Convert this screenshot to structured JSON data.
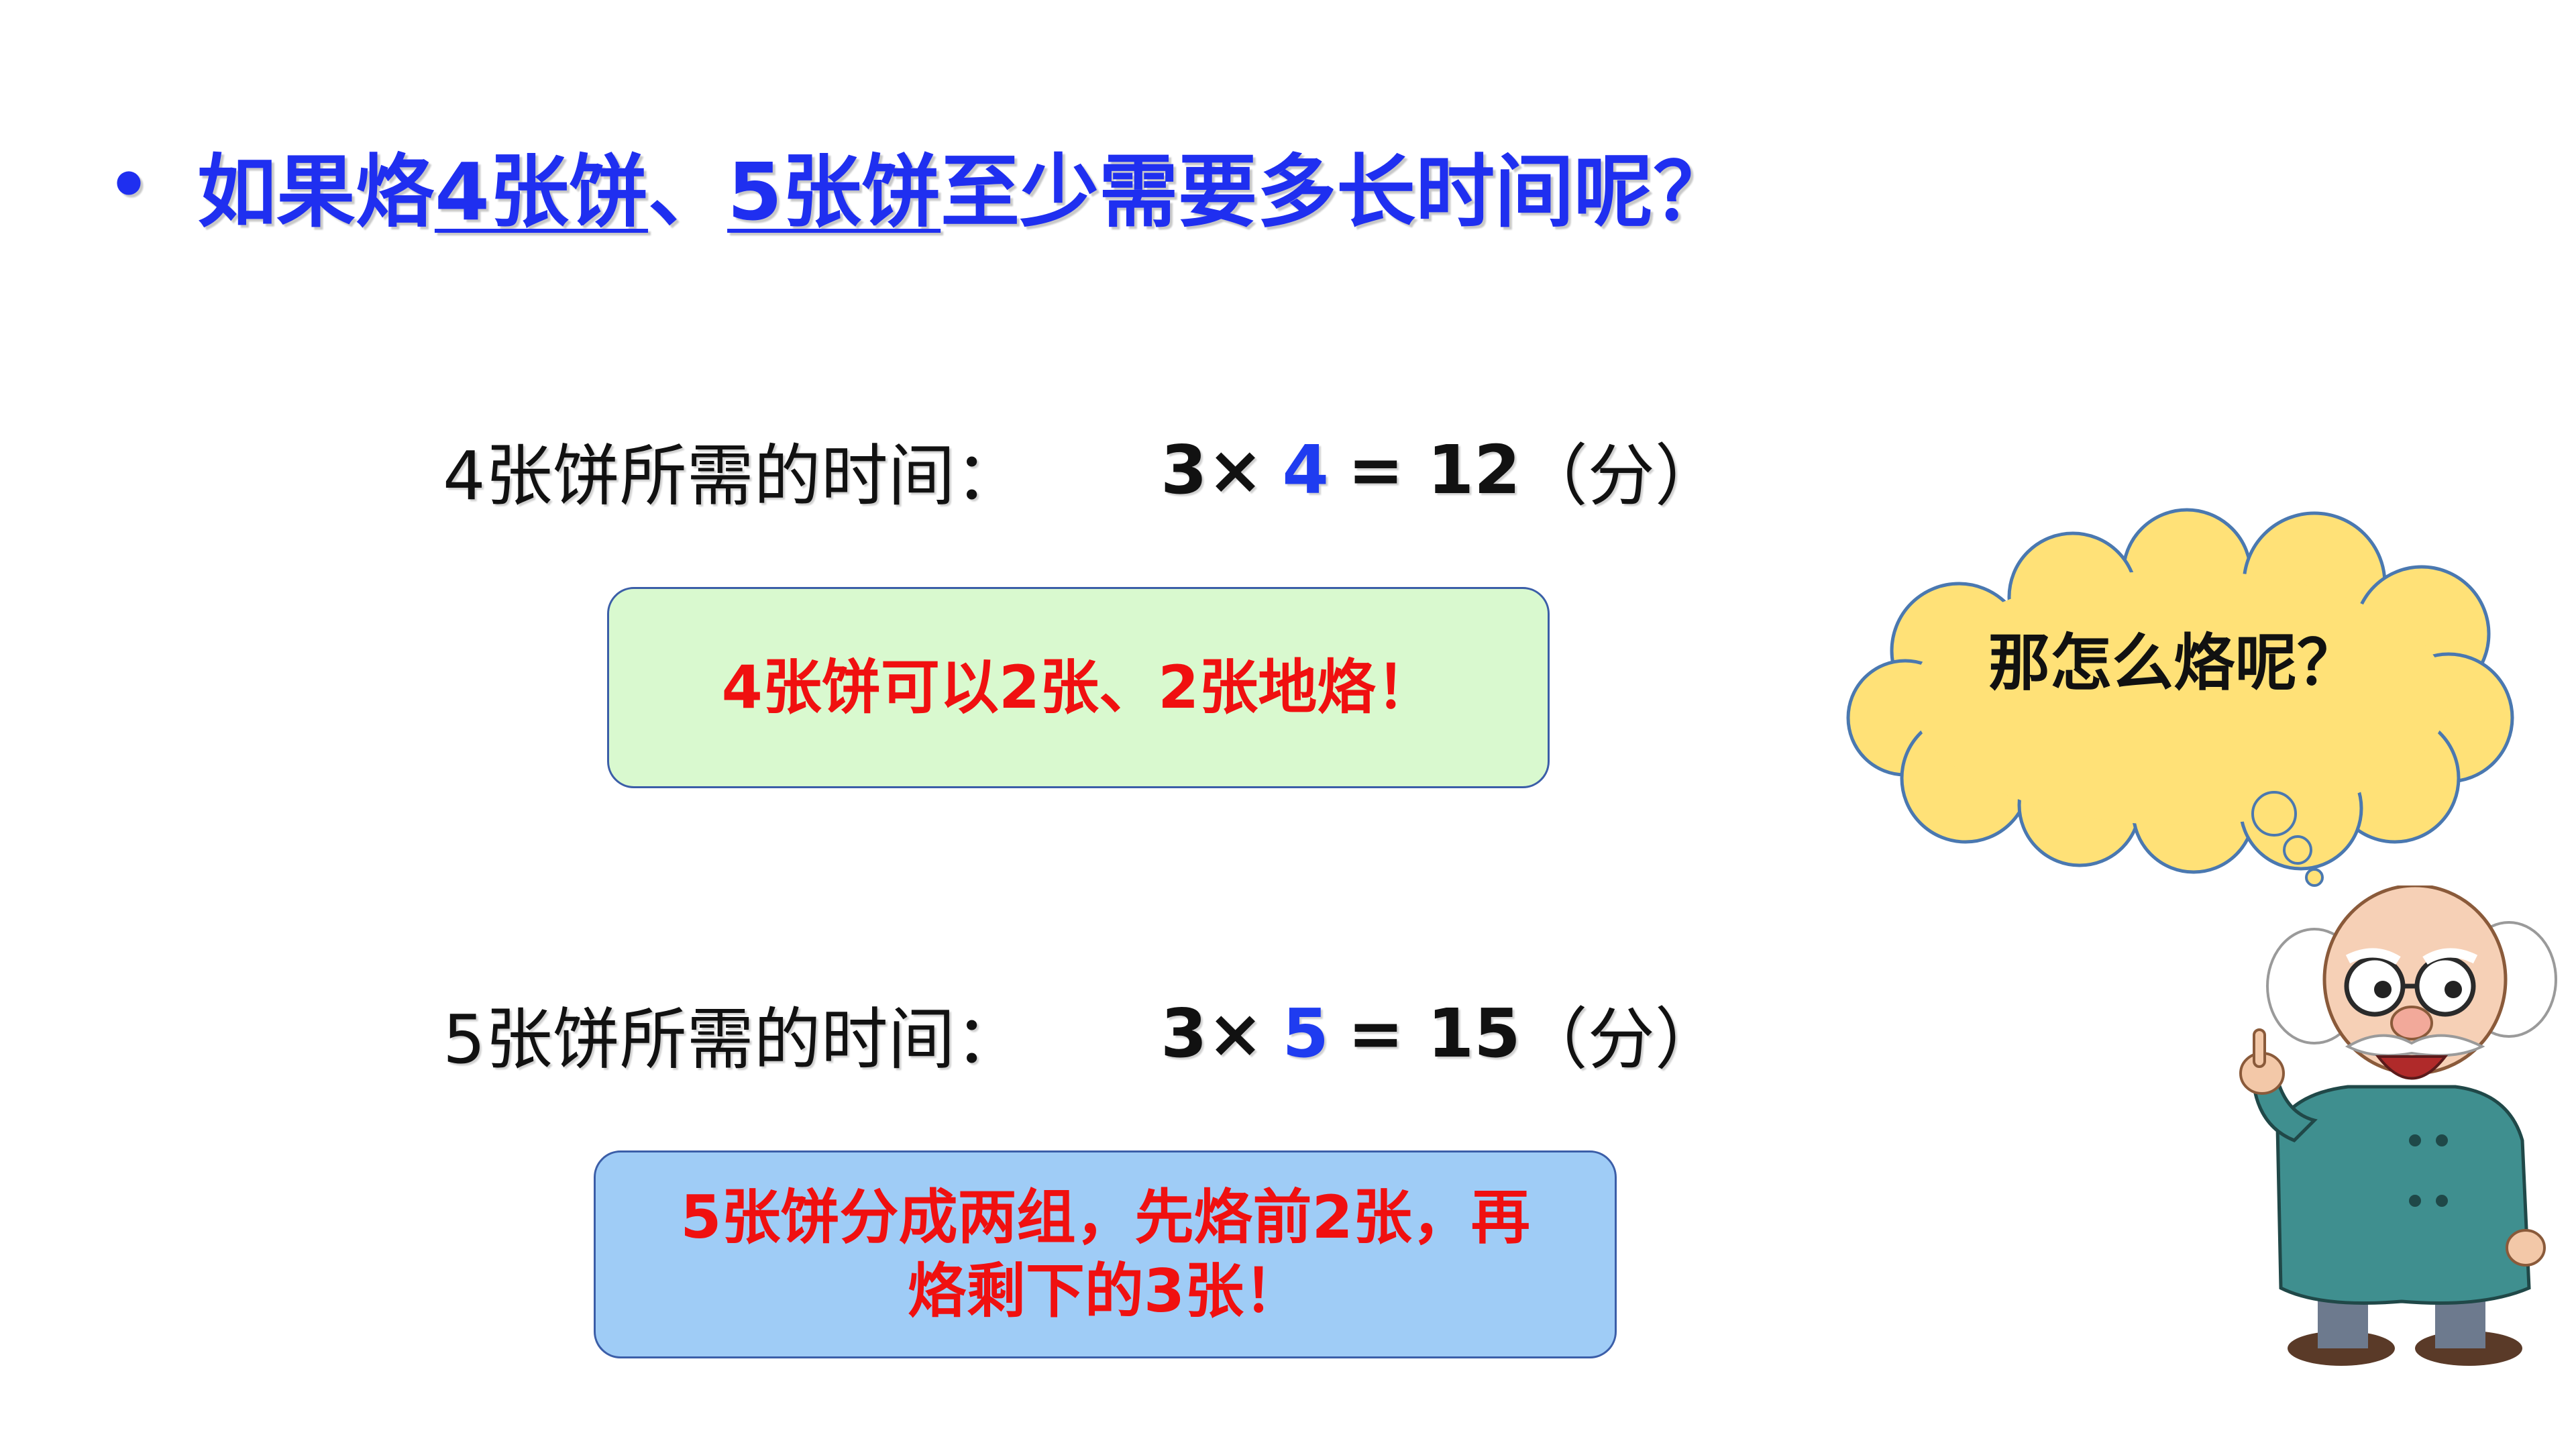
{
  "title": {
    "bullet": "•",
    "part1": "如果烙",
    "u1": "4张饼",
    "sep": "、",
    "u2": "5张饼",
    "part2": "至少需要多长时间呢？"
  },
  "eq1": {
    "label": "4张饼所需的时间：",
    "lhs": "3×",
    "n": "4",
    "rhs": "= 12",
    "unit": "（分）"
  },
  "box1": {
    "text": "4张饼可以2张、2张地烙！"
  },
  "eq2": {
    "label": "5张饼所需的时间：",
    "lhs": "3×",
    "n": "5",
    "rhs": "= 15",
    "unit": "（分）"
  },
  "box2": {
    "line1": "5张饼分成两组，先烙前2张，再",
    "line2": "烙剩下的3张！"
  },
  "thought": {
    "text": "那怎么烙呢？"
  },
  "colors": {
    "title_blue": "#1f2ff0",
    "answer_red": "#f01010",
    "box1_bg": "#d9f9cf",
    "box2_bg": "#9fccf6",
    "cloud_fill": "#ffe177"
  },
  "icons": {
    "thought_cloud": "thought-bubble-icon",
    "character": "old-man-teacher-illustration"
  }
}
